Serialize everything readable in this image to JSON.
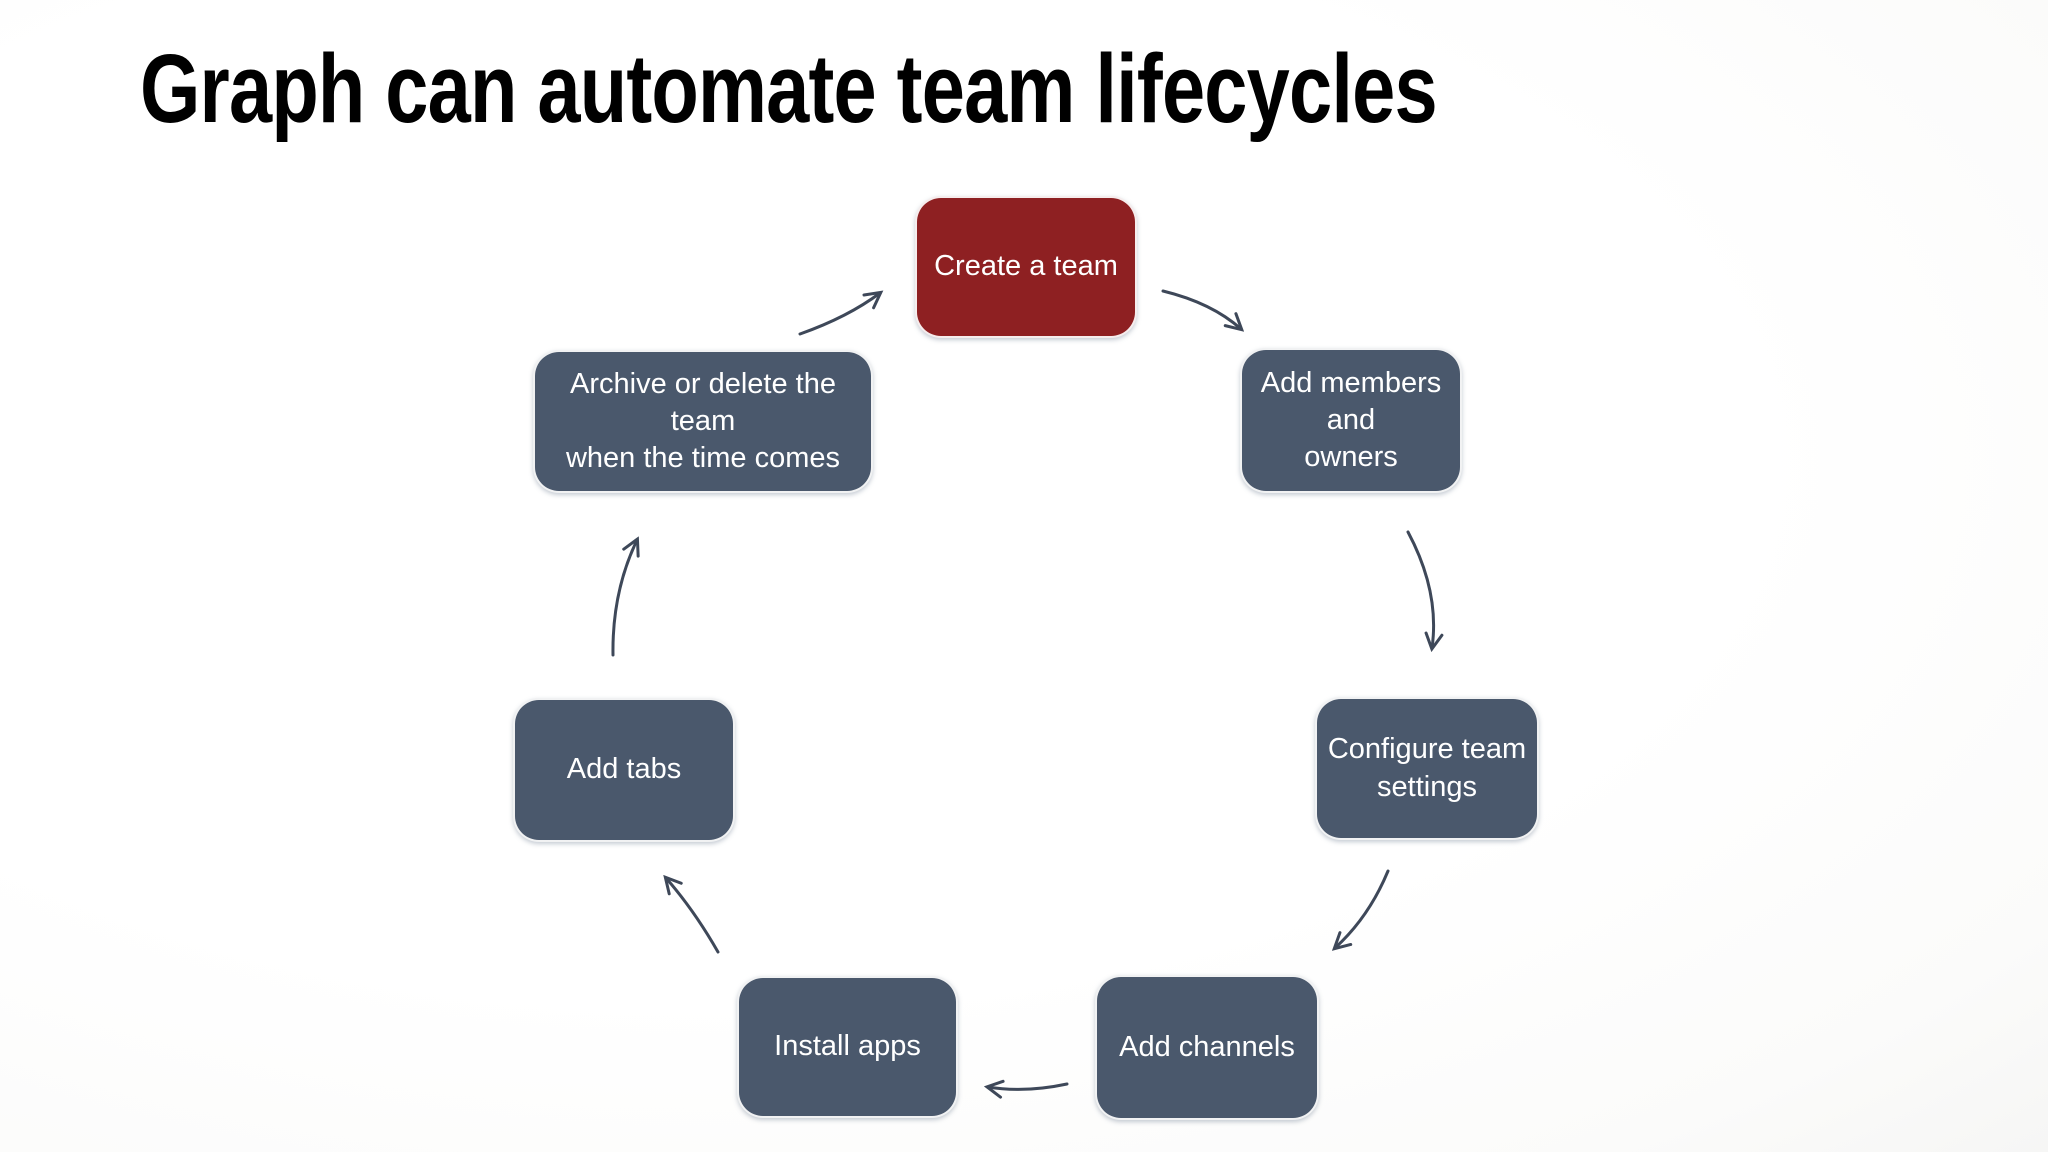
{
  "page": {
    "title": "Graph can automate team lifecycles"
  },
  "colors": {
    "title_text": "#000000",
    "accent_red": "#8E2022",
    "node_slate": "#4A586C",
    "node_text": "#FFFFFF",
    "arrow": "#3E4859",
    "background": "#FFFFFF"
  },
  "diagram": {
    "type": "cycle",
    "nodes": [
      {
        "id": "create-team",
        "label": "Create a team",
        "color_role": "accent_red"
      },
      {
        "id": "add-members",
        "label": "Add members and\nowners",
        "color_role": "node_slate"
      },
      {
        "id": "configure-settings",
        "label": "Configure team\nsettings",
        "color_role": "node_slate"
      },
      {
        "id": "add-channels",
        "label": "Add channels",
        "color_role": "node_slate"
      },
      {
        "id": "install-apps",
        "label": "Install apps",
        "color_role": "node_slate"
      },
      {
        "id": "add-tabs",
        "label": "Add tabs",
        "color_role": "node_slate"
      },
      {
        "id": "archive-delete",
        "label": "Archive or delete the team\nwhen the time comes",
        "color_role": "node_slate"
      }
    ],
    "edges": [
      {
        "from": "create-team",
        "to": "add-members"
      },
      {
        "from": "add-members",
        "to": "configure-settings"
      },
      {
        "from": "configure-settings",
        "to": "add-channels"
      },
      {
        "from": "add-channels",
        "to": "install-apps"
      },
      {
        "from": "install-apps",
        "to": "add-tabs"
      },
      {
        "from": "add-tabs",
        "to": "archive-delete"
      },
      {
        "from": "archive-delete",
        "to": "create-team"
      }
    ]
  }
}
